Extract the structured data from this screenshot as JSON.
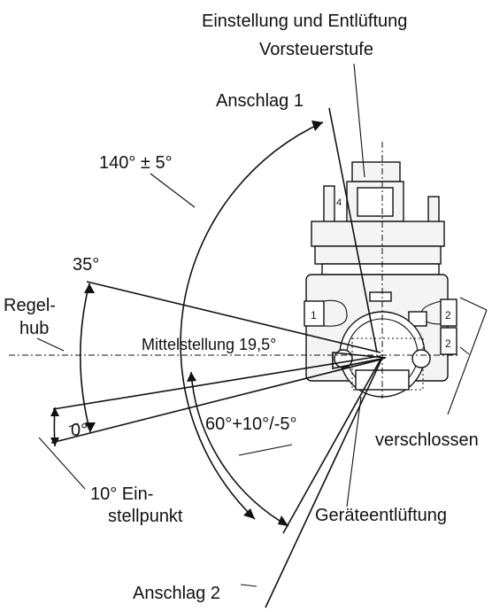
{
  "labels": {
    "title_line1": "Einstellung und Entlüftung",
    "title_line2": "Vorsteuerstufe",
    "anschlag1": "Anschlag 1",
    "anschlag2": "Anschlag 2",
    "angle_total": "140° ± 5°",
    "angle_35": "35°",
    "regelhub_line1": "Regel-",
    "regelhub_line2": "hub",
    "mittelstellung": "Mittelstellung 19,5°",
    "angle_0": "0°",
    "angle_60": "60°+10°/-5°",
    "verschlossen": "verschlossen",
    "einstellpunkt_line1": "10° Ein-",
    "einstellpunkt_line2": "stellpunkt",
    "geraeteentlueftung": "Geräteentlüftung"
  },
  "port_labels": {
    "port_1": "1",
    "port_2_upper": "2",
    "port_2_lower": "2",
    "port_4": "4"
  }
}
